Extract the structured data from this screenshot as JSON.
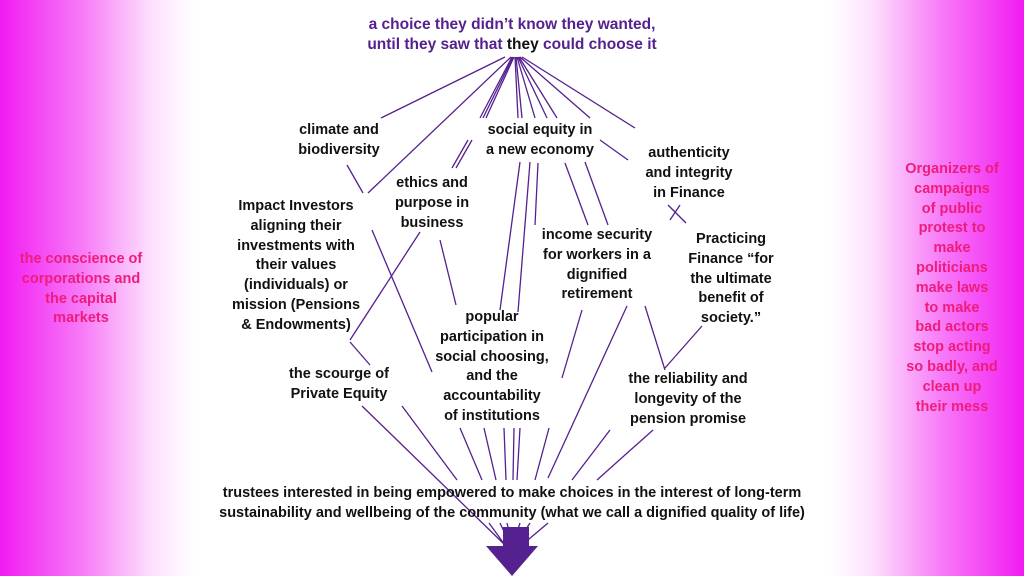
{
  "colors": {
    "accent": "#55208f",
    "side_text": "#ee1c7c",
    "edge": "#f21bf2"
  },
  "top": {
    "line1": "a choice they didn’t know they wanted,",
    "line2_a": "until they saw that ",
    "line2_b": "they",
    "line2_c": " could choose it"
  },
  "nodes": {
    "climate": "climate and\nbiodiversity",
    "social_equity": "social equity in\na new economy",
    "authenticity": "authenticity\nand integrity\nin Finance",
    "ethics": "ethics and\npurpose in\nbusiness",
    "impact": "Impact Investors\naligning their\ninvestments with\ntheir values\n(individuals) or\nmission (Pensions\n& Endowments)",
    "income": "income security\nfor workers in a\ndignified\nretirement",
    "practicing": "Practicing\nFinance “for\nthe ultimate\nbenefit of\nsociety.”",
    "popular": "popular\nparticipation in\nsocial choosing,\nand the\naccountability\nof institutions",
    "scourge": "the scourge of\nPrivate Equity",
    "reliability": "the reliability and\nlongevity of the\npension promise"
  },
  "bottom": "trustees interested in being empowered to make choices in the interest of long-term\nsustainability and wellbeing of the community (what we call a dignified quality of life)",
  "left_side": "the conscience of\ncorporations and\nthe capital\nmarkets",
  "right_side": "Organizers of\ncampaigns\nof public\nprotest to\nmake\npoliticians\nmake laws\nto make\nbad actors\nstop acting\nso badly, and\nclean up\ntheir mess"
}
